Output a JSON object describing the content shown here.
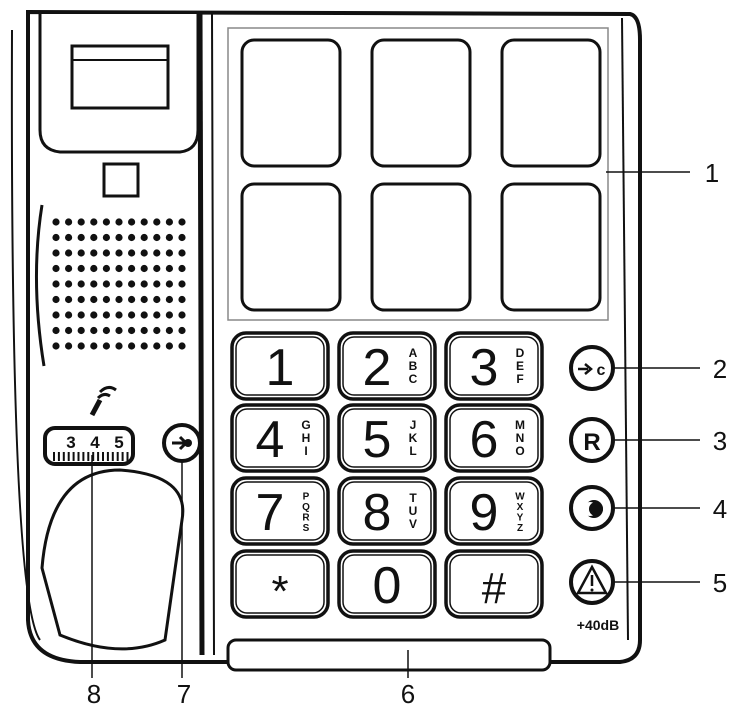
{
  "keypad": {
    "keys": [
      {
        "digit": "1",
        "letters": ""
      },
      {
        "digit": "2",
        "letters": "ABC"
      },
      {
        "digit": "3",
        "letters": "DEF"
      },
      {
        "digit": "4",
        "letters": "GHI"
      },
      {
        "digit": "5",
        "letters": "JKL"
      },
      {
        "digit": "6",
        "letters": "MNO"
      },
      {
        "digit": "7",
        "letters": "PQRS"
      },
      {
        "digit": "8",
        "letters": "TUV"
      },
      {
        "digit": "9",
        "letters": "WXYZ"
      },
      {
        "digit": "*",
        "letters": ""
      },
      {
        "digit": "0",
        "letters": ""
      },
      {
        "digit": "#",
        "letters": ""
      }
    ]
  },
  "side_buttons": {
    "redial_symbol": "c",
    "recall_label": "R",
    "boost_label": "+40dB"
  },
  "volume_wheel": {
    "marks": [
      "3",
      "4",
      "5"
    ]
  },
  "callouts": [
    "1",
    "2",
    "3",
    "4",
    "5",
    "6",
    "7",
    "8"
  ]
}
